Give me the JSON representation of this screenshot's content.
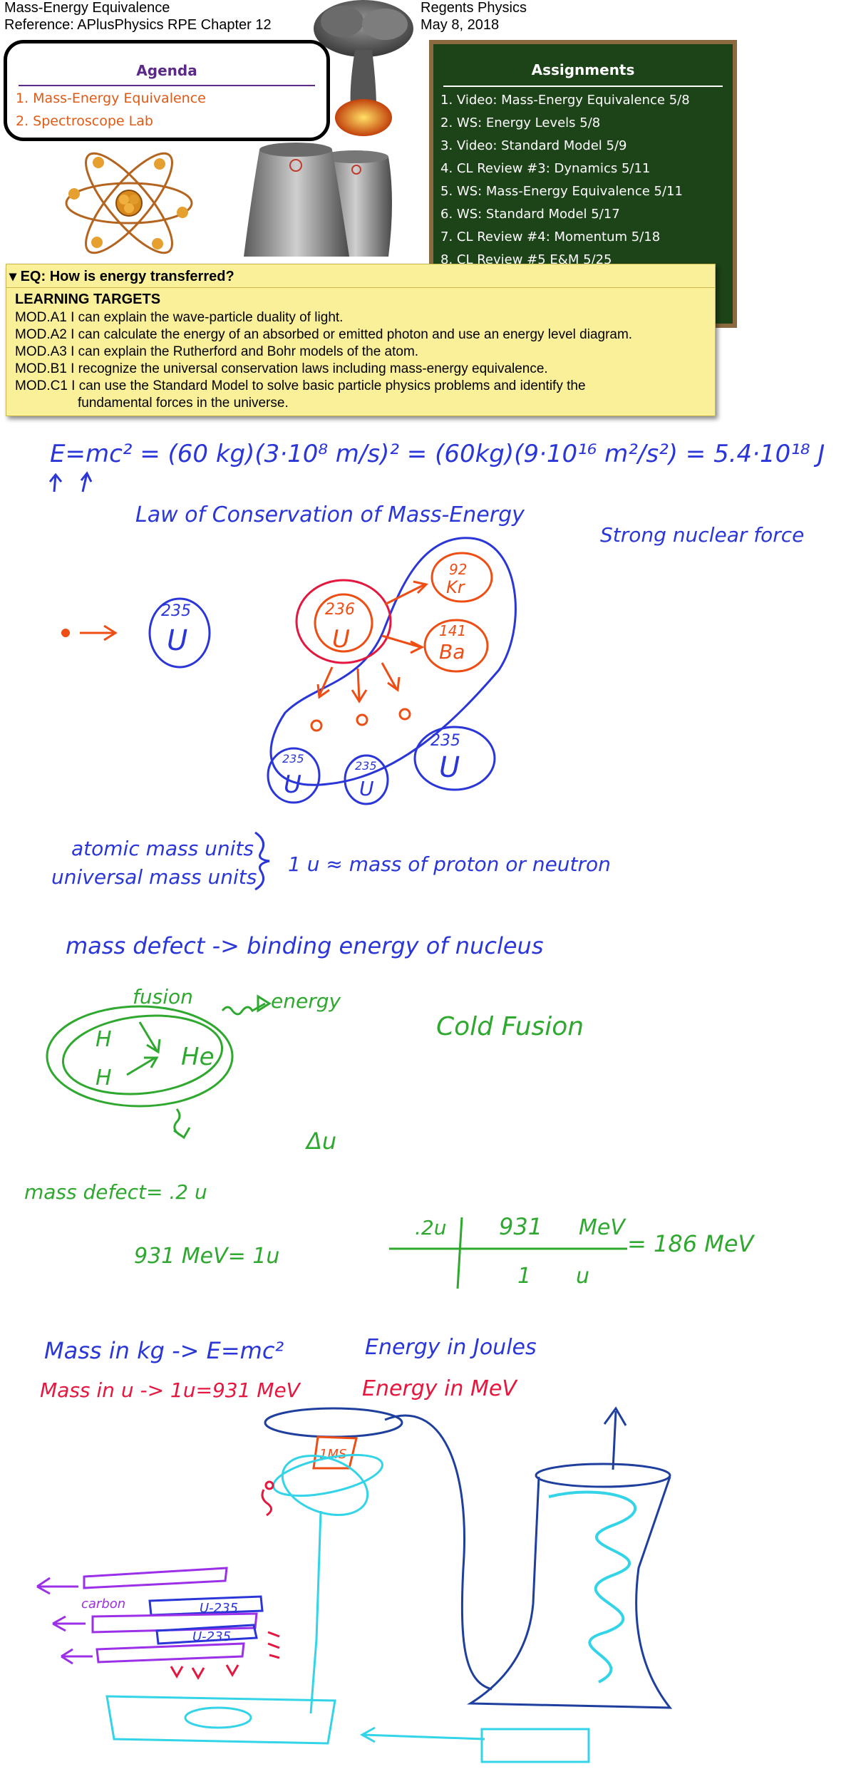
{
  "header": {
    "title": "Mass-Energy Equivalence",
    "reference": "Reference: APlusPhysics RPE Chapter 12",
    "course": "Regents Physics",
    "date": "May 8, 2018"
  },
  "agenda": {
    "title": "Agenda",
    "items": [
      "1. Mass-Energy Equivalence",
      "2. Spectroscope Lab"
    ]
  },
  "assignments": {
    "title": "Assignments",
    "items": [
      "1.  Video: Mass-Energy Equivalence 5/8",
      "2.  WS: Energy Levels 5/8",
      "3.  Video: Standard Model 5/9",
      "4.  CL Review #3: Dynamics 5/11",
      "5.  WS: Mass-Energy Equivalence 5/11",
      "6.  WS: Standard Model 5/17",
      "7.  CL Review #4: Momentum 5/18",
      "8.  CL Review #5 E&M 5/25"
    ]
  },
  "eq": {
    "question": "▾ EQ: How is energy transferred?",
    "targets_title": "LEARNING TARGETS",
    "targets": [
      "MOD.A1 I can explain the wave-particle duality of light.",
      "MOD.A2 I can calculate the energy of an absorbed or emitted photon and use an energy level diagram.",
      "MOD.A3 I can explain the Rutherford and Bohr models of the atom.",
      "MOD.B1 I recognize the universal conservation laws including mass-energy equivalence.",
      "MOD.C1 I can use the Standard Model to solve basic particle physics problems and identify the"
    ],
    "target_continuation": "fundamental forces in the universe."
  },
  "notes": {
    "equation": "E=mc² = (60 kg)(3·10⁸ m/s)² = (60kg)(9·10¹⁶ m²/s²) = 5.4·10¹⁸ J",
    "law": "Law of Conservation of Mass-Energy",
    "strong_force": "Strong nuclear force",
    "u235": "235",
    "u_sym": "U",
    "u236": "236",
    "kr_mass": "92",
    "kr_sym": "Kr",
    "ba_mass": "141",
    "ba_sym": "Ba",
    "amu": "atomic mass units",
    "umu": "universal mass units",
    "u_def": "1 u ≈ mass of proton or neutron",
    "mass_defect": "mass defect -> binding energy of nucleus",
    "fusion": "fusion",
    "energy": "energy",
    "h1": "H",
    "h2": "H",
    "he": "He",
    "cold_fusion": "Cold Fusion",
    "delta_u": "Δu",
    "mass_defect_val": "mass defect= .2 u",
    "mev_eq": "931 MeV= 1u",
    "conv_num": ".2u",
    "conv_931": "931",
    "conv_mev": "MeV",
    "conv_den1": "1",
    "conv_den2": "u",
    "conv_result": "= 186 MeV",
    "kg_line": "Mass in kg -> E=mc²",
    "joules": "Energy in Joules",
    "u_line": "Mass in u -> 1u=931 MeV",
    "mev": "Energy in MeV",
    "carbon": "carbon",
    "rod1": "U-235",
    "rod2": "U-235",
    "box_label": "1MS"
  },
  "colors": {
    "ink_blue": "#2a36d8",
    "ink_orange": "#ee4d14",
    "ink_green": "#2ea82e",
    "ink_red": "#e5173f",
    "ink_purple": "#9b30e8",
    "ink_cyan": "#34d4e8",
    "ink_navy": "#1f3f9e"
  }
}
